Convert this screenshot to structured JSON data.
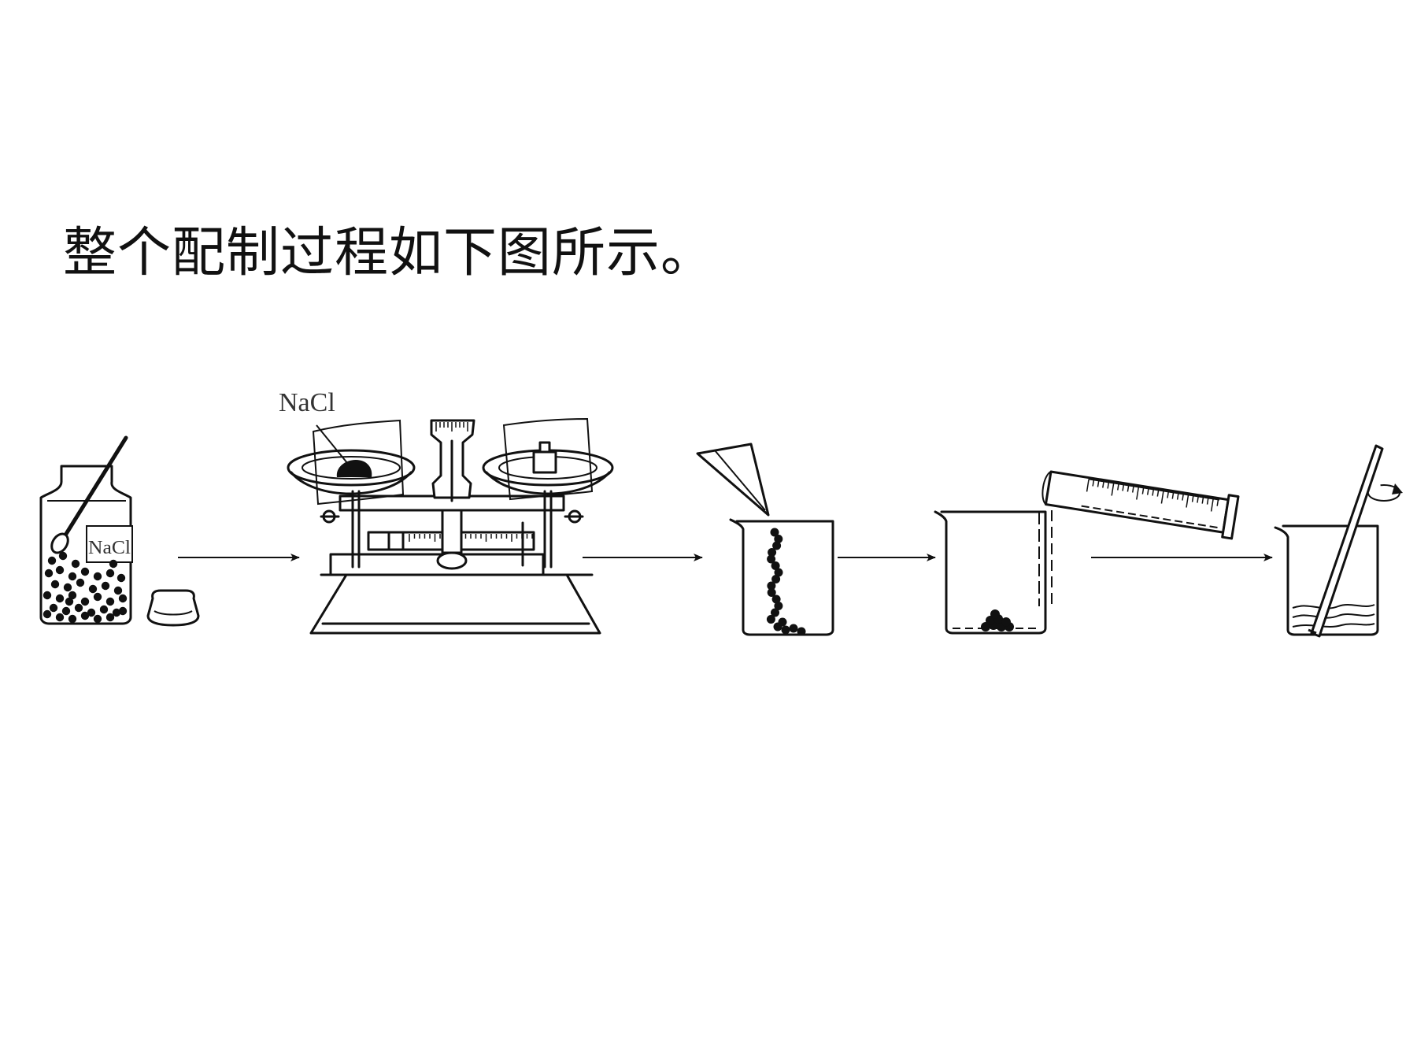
{
  "caption": "整个配制过程如下图所示。",
  "labels": {
    "bottle_label": "NaCl",
    "balance_label": "NaCl"
  },
  "colors": {
    "ink": "#111111",
    "background": "#ffffff"
  }
}
